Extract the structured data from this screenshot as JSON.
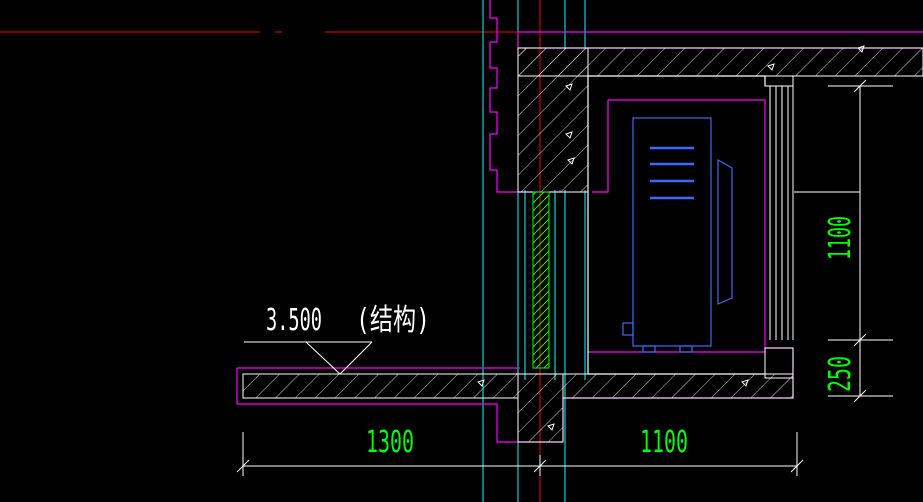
{
  "drawing": {
    "background": "#000000",
    "colors": {
      "wall": "#FFFFFF",
      "outline": "#FF00FF",
      "axis": "#FF0000",
      "grid": "#00FFFF",
      "dimension": "#00FF00",
      "equipment": "#3A6BFF",
      "hatch": "#FFFFFF"
    },
    "elevation_mark": {
      "value": "3.500",
      "note": "(结构)"
    },
    "dimensions": {
      "horizontal": [
        "1300",
        "1100"
      ],
      "vertical": [
        "1100",
        "250"
      ]
    },
    "icons": [
      "elevation-triangle",
      "equipment-cabinet",
      "louver-grille"
    ]
  }
}
